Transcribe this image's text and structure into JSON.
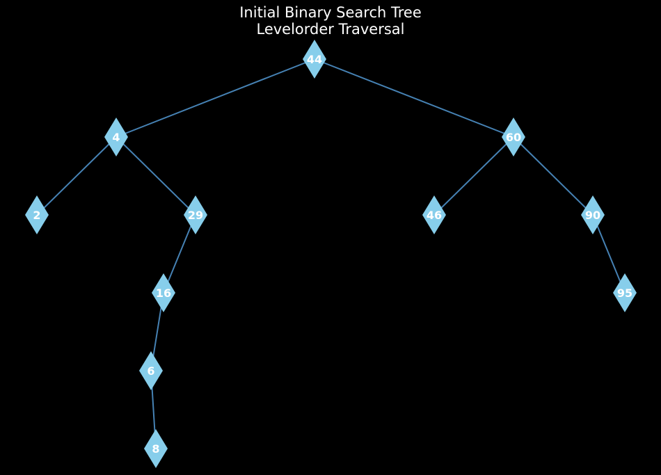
{
  "title": {
    "line1": "Initial Binary Search Tree",
    "line2": "Levelorder Traversal"
  },
  "colors": {
    "background": "#000000",
    "node_fill": "#87ceeb",
    "edge": "#4682b4",
    "label": "#ffffff"
  },
  "node_shape": "diamond",
  "tree": {
    "nodes": [
      {
        "id": "n44",
        "label": "44"
      },
      {
        "id": "n4",
        "label": "4"
      },
      {
        "id": "n60",
        "label": "60"
      },
      {
        "id": "n2",
        "label": "2"
      },
      {
        "id": "n29",
        "label": "29"
      },
      {
        "id": "n46",
        "label": "46"
      },
      {
        "id": "n90",
        "label": "90"
      },
      {
        "id": "n16",
        "label": "16"
      },
      {
        "id": "n95",
        "label": "95"
      },
      {
        "id": "n6",
        "label": "6"
      },
      {
        "id": "n8",
        "label": "8"
      }
    ],
    "edges": [
      [
        "n44",
        "n4"
      ],
      [
        "n44",
        "n60"
      ],
      [
        "n4",
        "n2"
      ],
      [
        "n4",
        "n29"
      ],
      [
        "n60",
        "n46"
      ],
      [
        "n60",
        "n90"
      ],
      [
        "n29",
        "n16"
      ],
      [
        "n90",
        "n95"
      ],
      [
        "n16",
        "n6"
      ],
      [
        "n6",
        "n8"
      ]
    ]
  }
}
